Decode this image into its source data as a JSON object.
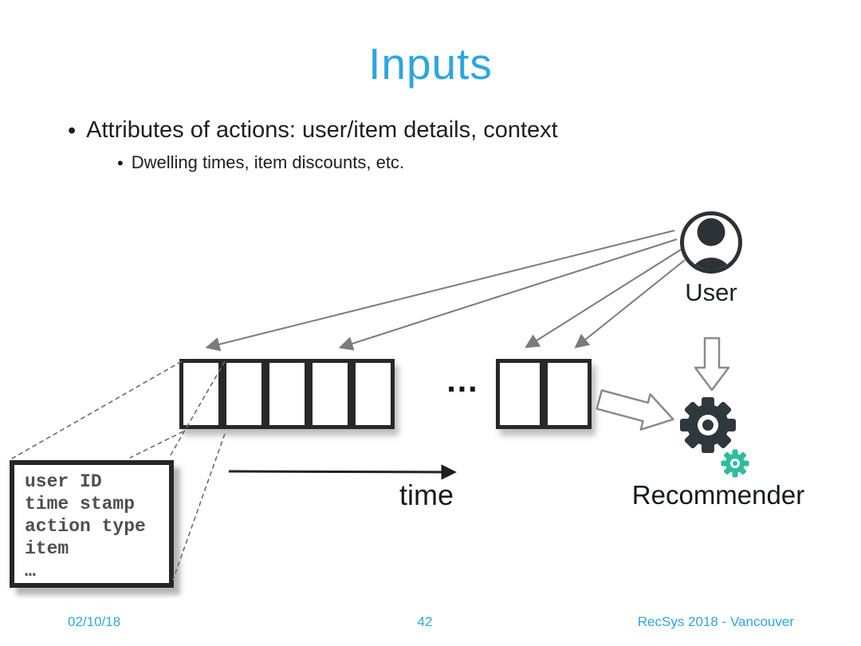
{
  "slide": {
    "title": "Inputs",
    "bullet_glyph": "•",
    "bullets": {
      "main": "Attributes of actions: user/item details, context",
      "sub": "Dwelling times, item discounts, etc."
    },
    "diagram": {
      "user_label": "User",
      "recommender_label": "Recommender",
      "time_label": "time",
      "ellipsis": "…",
      "callout_lines": [
        "user ID",
        "time stamp",
        "action type",
        "item",
        "…"
      ]
    },
    "footer": {
      "date": "02/10/18",
      "page_number": "42",
      "venue": "RecSys 2018 - Vancouver"
    },
    "colors": {
      "accent_blue": "#2AA7DF",
      "text_dark": "#1e1e1e",
      "box_border": "#282828",
      "gear_dark": "#2F383C",
      "gear_teal": "#2EBD9B",
      "arrow_gray": "#7B7B7B"
    }
  }
}
